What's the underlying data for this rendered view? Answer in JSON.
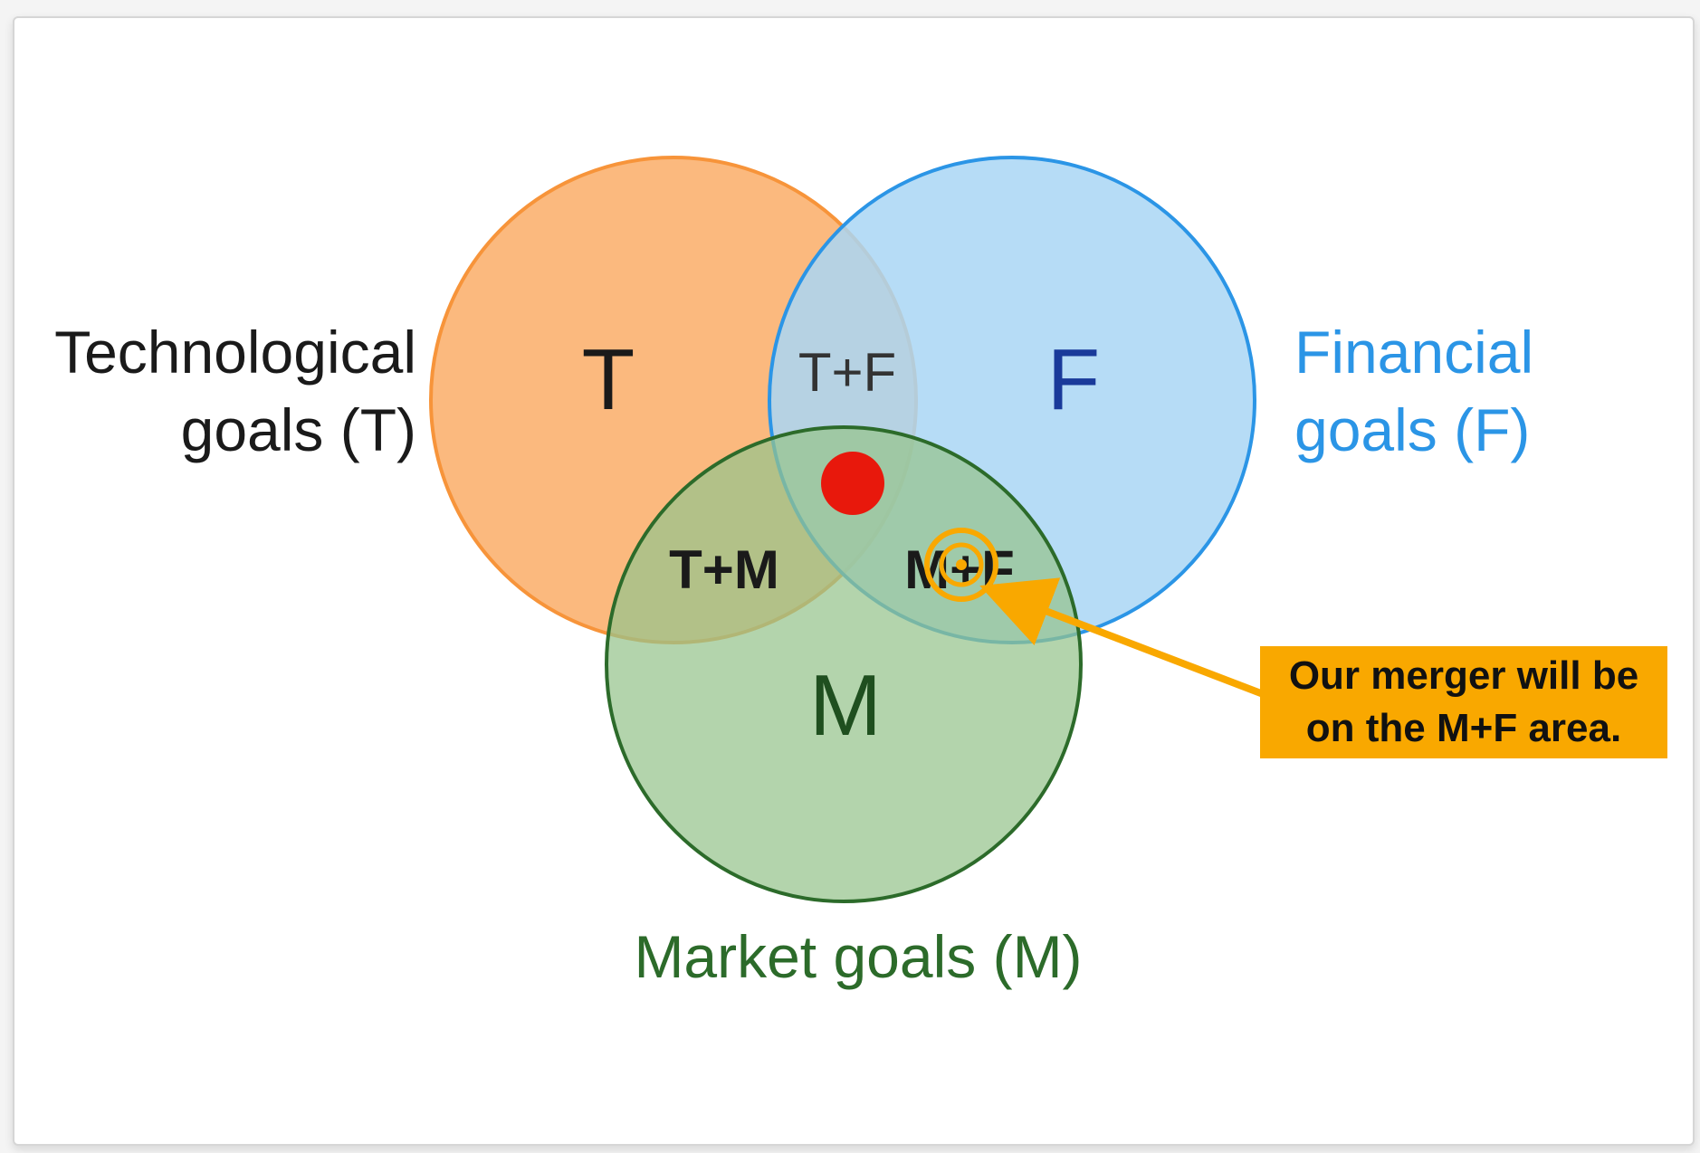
{
  "colors": {
    "technological": "#f7943a",
    "technological_fill": "#fbb577",
    "financial": "#2b95e6",
    "financial_fill": "#a9d6f5",
    "market": "#2c6b2a",
    "market_fill": "#96c48c",
    "highlight_dot": "#e8180c",
    "callout": "#f9a800"
  },
  "circles": {
    "technological": {
      "letter": "T",
      "label_line1": "Technological",
      "label_line2": "goals (T)"
    },
    "financial": {
      "letter": "F",
      "label_line1": "Financial",
      "label_line2": "goals (F)"
    },
    "market": {
      "letter": "M",
      "label": "Market goals (M)"
    }
  },
  "intersections": {
    "t_f": "T+F",
    "t_m": "T+M",
    "m_f": "M+F"
  },
  "callout": {
    "line1": "Our merger will be",
    "line2": "on the M+F area."
  },
  "icons": {
    "target": "target-icon",
    "dot": "center-dot"
  }
}
